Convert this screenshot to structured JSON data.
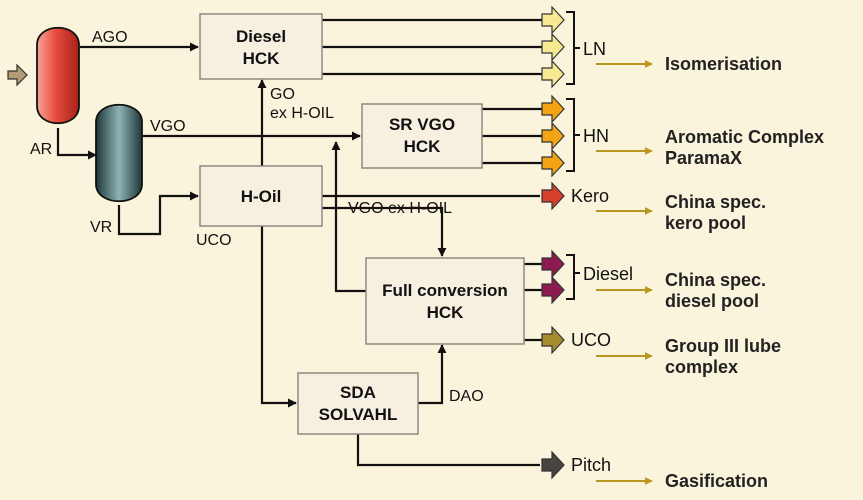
{
  "colors": {
    "background": "#fbf4dc",
    "box_fill": "#f7f0e0",
    "box_stroke": "#8e8a82",
    "line": "#111111",
    "dest_arrow": "#b9961f",
    "light_yellow": "#f7e992",
    "orange": "#f3a414",
    "kero_red": "#d6402b",
    "diesel_purple": "#8e1b4f",
    "uco_gold": "#a58a2e",
    "pitch_dark": "#4a4440",
    "feed_brown": "#b39b73",
    "column1": "#e84a3c",
    "column2": "#3f666a"
  },
  "streams": {
    "ago": "AGO",
    "ar": "AR",
    "vgo": "VGO",
    "vr": "VR",
    "uco_in": "UCO",
    "go_ex_hoil_1": "GO",
    "go_ex_hoil_2": "ex H-OIL",
    "vgo_ex_hoil": "VGO ex H-OIL",
    "dao": "DAO"
  },
  "units": {
    "diesel_hck": [
      "Diesel",
      "HCK"
    ],
    "sr_vgo_hck": [
      "SR VGO",
      "HCK"
    ],
    "h_oil": [
      "H-Oil"
    ],
    "full_conversion_hck": [
      "Full conversion",
      "HCK"
    ],
    "sda_solvahl": [
      "SDA",
      "SOLVAHL"
    ]
  },
  "outputs": {
    "ln": "LN",
    "hn": "HN",
    "kero": "Kero",
    "diesel": "Diesel",
    "uco": "UCO",
    "pitch": "Pitch"
  },
  "destinations": {
    "isomerisation": [
      "Isomerisation"
    ],
    "aromatic": [
      "Aromatic Complex",
      "ParamaX"
    ],
    "kero_pool": [
      "China spec.",
      "kero pool"
    ],
    "diesel_pool": [
      "China spec.",
      "diesel pool"
    ],
    "lube": [
      "Group III lube",
      "complex"
    ],
    "gasification": [
      "Gasification"
    ]
  }
}
